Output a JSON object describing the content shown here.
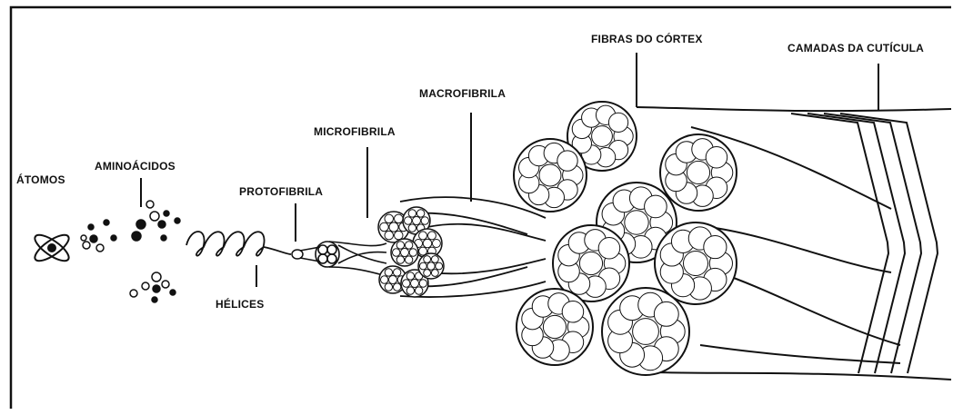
{
  "labels": {
    "atomos": "ÁTOMOS",
    "aminoacidos": "AMINOÁCIDOS",
    "helices": "HÉLICES",
    "protofibrila": "PROTOFIBRILA",
    "microfibrila": "MICROFIBRILA",
    "macrofibrila": "MACROFIBRILA",
    "fibras_cortex": "FIBRAS DO CÓRTEX",
    "camadas_cuticula": "CAMADAS DA CUTÍCULA"
  },
  "colors": {
    "ink": "#111111",
    "paper": "#ffffff"
  }
}
